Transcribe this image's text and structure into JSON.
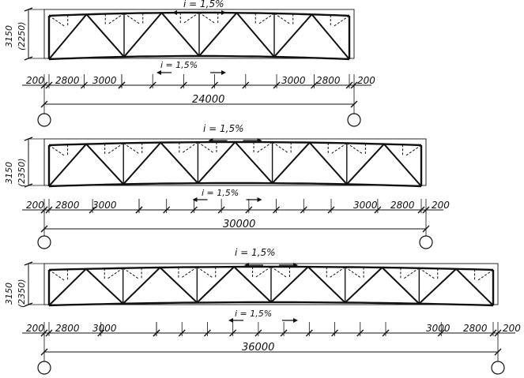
{
  "trusses": [
    {
      "slope_top": "i = 1,5%",
      "slope_bottom": "i = 1,5%",
      "height_outer": "3150",
      "height_inner": "(2250)",
      "dims_left": [
        "200",
        "2800",
        "3000"
      ],
      "dims_right": [
        "3000",
        "2800",
        "200"
      ],
      "span": "24000",
      "panels": 4
    },
    {
      "slope_top": "i = 1,5%",
      "slope_bottom": "i = 1,5%",
      "height_outer": "3150",
      "height_inner": "(2350)",
      "dims_left": [
        "200",
        "2800",
        "3000"
      ],
      "dims_right": [
        "3000",
        "2800",
        "200"
      ],
      "span": "30000",
      "panels": 5
    },
    {
      "slope_top": "i = 1,5%",
      "slope_bottom": "i = 1,5%",
      "height_outer": "3150",
      "height_inner": "(2350)",
      "dims_left": [
        "200",
        "2800",
        "3000"
      ],
      "dims_right": [
        "3000",
        "2800",
        "200"
      ],
      "span": "36000",
      "panels": 6
    }
  ],
  "style": {
    "ink": "#111111",
    "paper": "#ffffff"
  }
}
